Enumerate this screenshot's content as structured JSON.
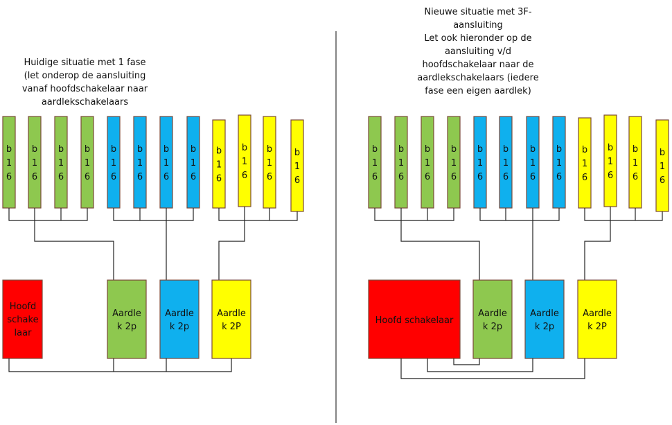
{
  "colors": {
    "green": "#8ec84f",
    "blue": "#0fb0ee",
    "yellow": "#ffff00",
    "red": "#ff0000",
    "border": "#7a4a3a",
    "wire": "#222222",
    "divider": "#333333"
  },
  "breaker_label": [
    "b",
    "1",
    "6"
  ],
  "left": {
    "caption": "Huidige situatie met 1 fase\n(let onderop de aansluiting\nvanaf hoofdschakelaar naar\naardlekschakelaars",
    "main_switch_label": [
      "Hoofd",
      "schake",
      "laar"
    ],
    "rcd_labels": [
      [
        "Aardle",
        "k 2p"
      ],
      [
        "Aardle",
        "k 2p"
      ],
      [
        "Aardle",
        "k 2P"
      ]
    ]
  },
  "right": {
    "caption": "Nieuwe situatie met 3F-\naansluiting\nLet ook hieronder op de\naansluiting v/d\nhoofdschakelaar naar de\naardlekschakelaars (iedere\nfase een eigen aardlek)",
    "main_switch_label": [
      "Hoofd schakelaar"
    ],
    "rcd_labels": [
      [
        "Aardle",
        "k 2p"
      ],
      [
        "Aardle",
        "k 2p"
      ],
      [
        "Aardle",
        "k 2P"
      ]
    ]
  }
}
